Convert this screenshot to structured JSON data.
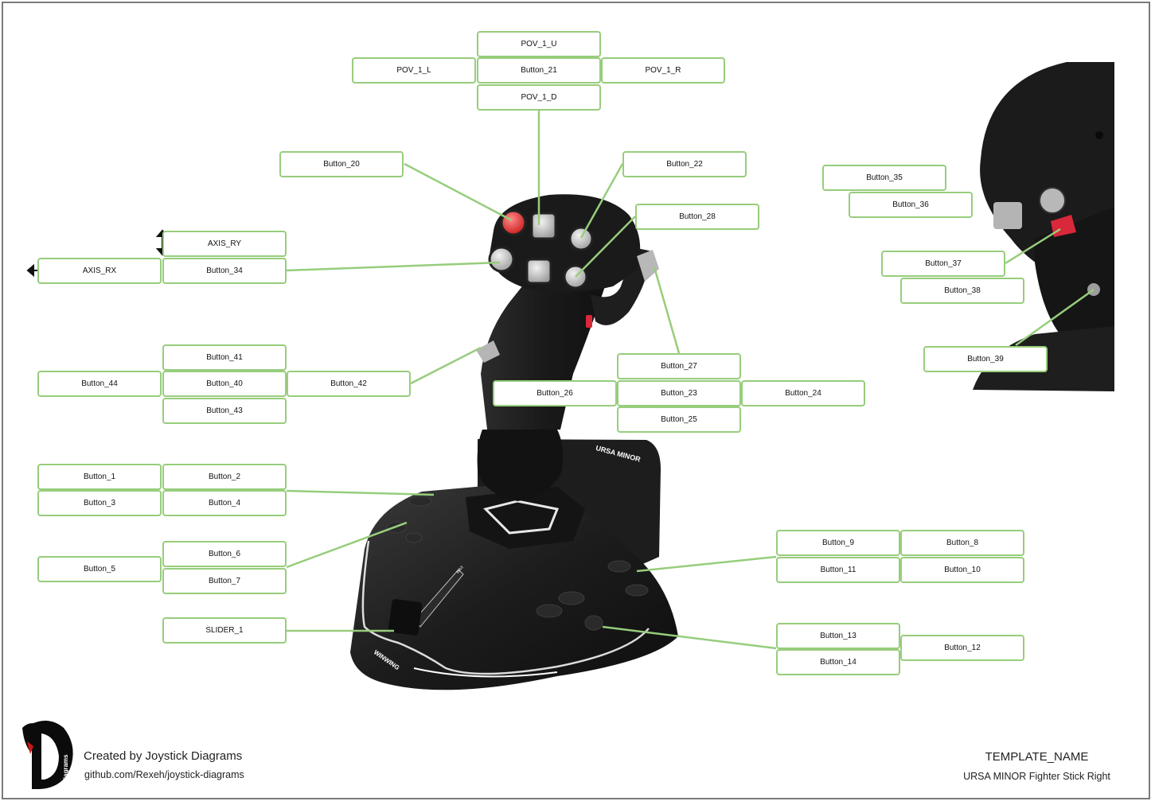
{
  "template_name": "TEMPLATE_NAME",
  "device_name": "URSA MINOR Fighter Stick Right",
  "credit": {
    "created_by": "Created by Joystick Diagrams",
    "repo": "github.com/Rexeh/joystick-diagrams",
    "logo_text": "Diagrams"
  },
  "device_markings": {
    "base_brand": "URSA MINOR",
    "front_brand": "WINWING",
    "slider_mark": "MAX"
  },
  "labels": {
    "pov_1_u": "POV_1_U",
    "pov_1_l": "POV_1_L",
    "button_21": "Button_21",
    "pov_1_r": "POV_1_R",
    "pov_1_d": "POV_1_D",
    "button_20": "Button_20",
    "button_22": "Button_22",
    "button_28": "Button_28",
    "axis_ry": "AXIS_RY",
    "axis_rx": "AXIS_RX",
    "button_34": "Button_34",
    "button_41": "Button_41",
    "button_44": "Button_44",
    "button_40": "Button_40",
    "button_42": "Button_42",
    "button_43": "Button_43",
    "button_27": "Button_27",
    "button_26": "Button_26",
    "button_23": "Button_23",
    "button_24": "Button_24",
    "button_25": "Button_25",
    "button_1": "Button_1",
    "button_2": "Button_2",
    "button_3": "Button_3",
    "button_4": "Button_4",
    "button_6": "Button_6",
    "button_5": "Button_5",
    "button_7": "Button_7",
    "slider_1": "SLIDER_1",
    "button_9": "Button_9",
    "button_8": "Button_8",
    "button_11": "Button_11",
    "button_10": "Button_10",
    "button_13": "Button_13",
    "button_12": "Button_12",
    "button_14": "Button_14",
    "button_35": "Button_35",
    "button_36": "Button_36",
    "button_37": "Button_37",
    "button_38": "Button_38",
    "button_39": "Button_39"
  },
  "colors": {
    "label_border": "#97cd7c",
    "leader_line": "#97cd7c",
    "device_body": "#1b1b1b",
    "accent_red": "#e0283a",
    "frame": "#7a7a7a"
  }
}
